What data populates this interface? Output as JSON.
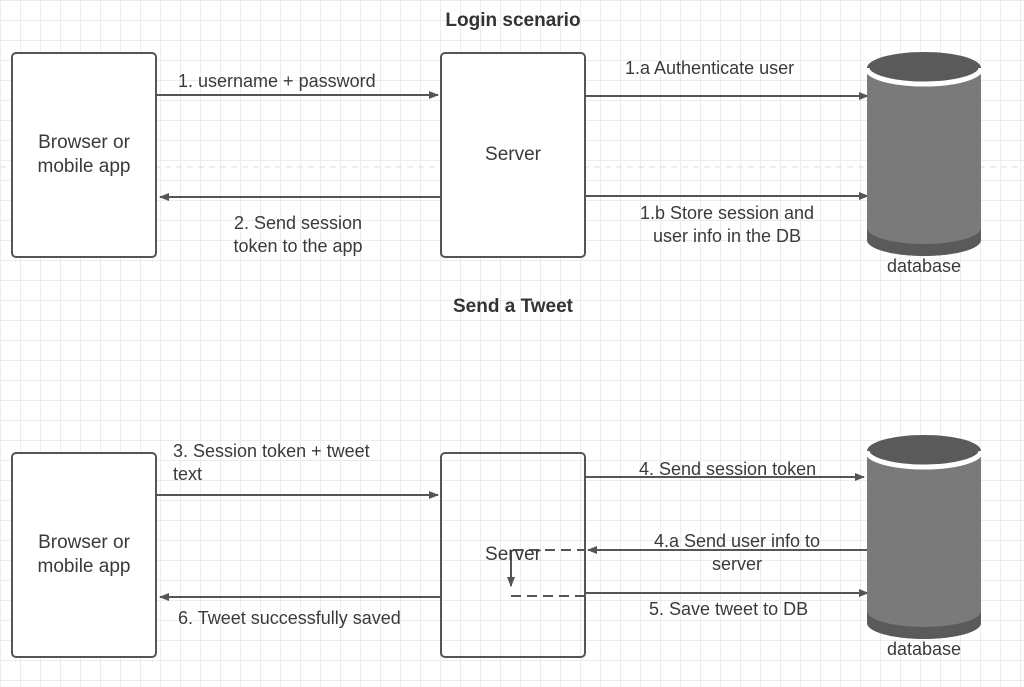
{
  "login": {
    "title": "Login scenario",
    "client_box": "Browser or\nmobile app",
    "server_box": "Server",
    "db_label": "database",
    "arrow_1": "1. username + password",
    "arrow_1a": "1.a Authenticate user",
    "arrow_1b": "1.b Store session and\nuser info in the DB",
    "arrow_2": "2. Send session\ntoken to the app"
  },
  "tweet": {
    "title": "Send a Tweet",
    "client_box": "Browser or\nmobile app",
    "server_box": "Server",
    "db_label": "database",
    "arrow_3": "3. Session token + tweet\ntext",
    "arrow_4": "4. Send session token",
    "arrow_4a": "4.a Send user info to\nserver",
    "arrow_5": "5. Save tweet to DB",
    "arrow_6": "6. Tweet successfully saved"
  },
  "colors": {
    "line": "#555555",
    "database_body": "#7a7a7a",
    "database_dark": "#5a5a5a",
    "text": "#3a3a3a"
  }
}
